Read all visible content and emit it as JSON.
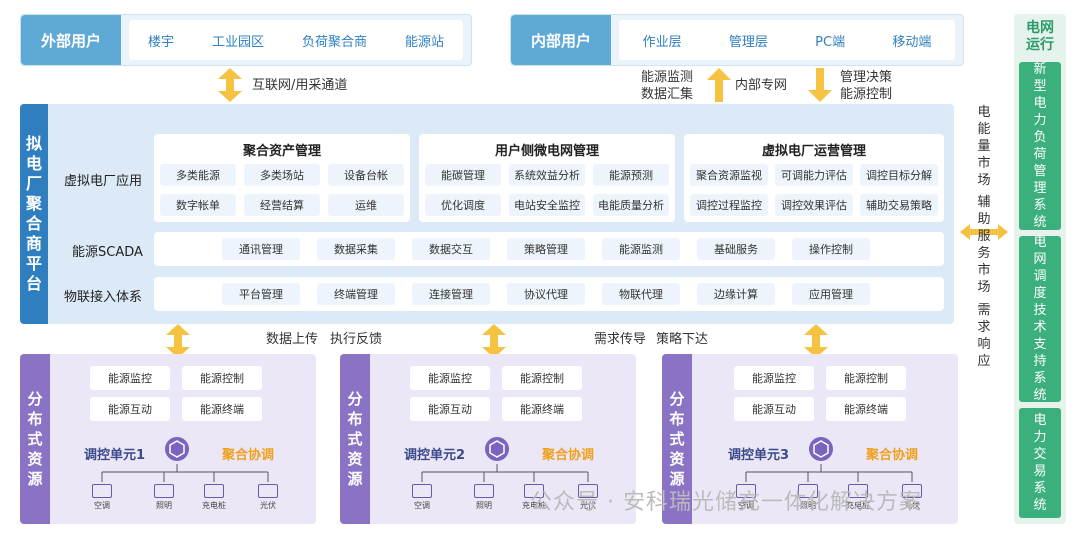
{
  "external": {
    "label": "外部用户",
    "items": [
      "楼宇",
      "工业园区",
      "负荷聚合商",
      "能源站"
    ]
  },
  "internal": {
    "label": "内部用户",
    "items": [
      "作业层",
      "管理层",
      "PC端",
      "移动端"
    ]
  },
  "links": {
    "internet": "互联网/用采通道",
    "energy_monitor": "能源监测",
    "data_collect": "数据汇集",
    "private_net": "内部专网",
    "mgmt_decision": "管理决策",
    "energy_control": "能源控制",
    "data_upload": "数据上传",
    "exec_feedback": "执行反馈",
    "demand_guide": "需求传导",
    "strategy_down": "策略下达"
  },
  "platform": {
    "side": [
      "拟",
      "电",
      "厂",
      "聚",
      "合",
      "商",
      "平",
      "台"
    ],
    "rows": {
      "app": "虚拟电厂应用",
      "scada": "能源SCADA",
      "iot": "物联接入体系"
    },
    "boxes": [
      {
        "title": "聚合资产管理",
        "items": [
          "多类能源",
          "多类场站",
          "设备台帐",
          "数字帐单",
          "经营结算",
          "运维"
        ]
      },
      {
        "title": "用户侧微电网管理",
        "items": [
          "能碳管理",
          "系统效益分析",
          "能源预测",
          "优化调度",
          "电站安全监控",
          "电能质量分析"
        ]
      },
      {
        "title": "虚拟电厂运营管理",
        "items": [
          "聚合资源监视",
          "可调能力评估",
          "调控目标分解",
          "调控过程监控",
          "调控效果评估",
          "辅助交易策略"
        ]
      }
    ],
    "scada_items": [
      "通讯管理",
      "数据采集",
      "数据交互",
      "策略管理",
      "能源监测",
      "基础服务",
      "操作控制"
    ],
    "iot_items": [
      "平台管理",
      "终端管理",
      "连接管理",
      "协议代理",
      "物联代理",
      "边缘计算",
      "应用管理"
    ]
  },
  "resources": {
    "side": [
      "分",
      "布",
      "式",
      "资",
      "源"
    ],
    "chips": [
      "能源监控",
      "能源控制",
      "能源互动",
      "能源终端"
    ],
    "units": [
      "调控单元1",
      "调控单元2",
      "调控单元3"
    ],
    "coord": "聚合协调",
    "devices": [
      "空调",
      "照明",
      "充电桩",
      "光伏"
    ]
  },
  "right": {
    "title": [
      "电",
      "网",
      "运",
      "行"
    ],
    "boxes": [
      [
        "新",
        "型",
        "电",
        "力",
        "负",
        "荷",
        "管",
        "理",
        "系",
        "统"
      ],
      [
        "电",
        "网",
        "调",
        "度",
        "技",
        "术",
        "支",
        "持",
        "系",
        "统"
      ],
      [
        "电",
        "力",
        "交",
        "易",
        "系",
        "统"
      ]
    ],
    "markets": [
      [
        "电",
        "能",
        "量",
        "市",
        "场"
      ],
      [
        "辅",
        "助",
        "服",
        "务",
        "市",
        "场"
      ],
      [
        "需",
        "求",
        "响",
        "应"
      ]
    ]
  },
  "watermark": "公众号 · 安科瑞光储充一体化解决方案",
  "colors": {
    "blue": "#2f7fc0",
    "purple": "#8a72c4",
    "green": "#3bb07c",
    "orange": "#f0a020"
  }
}
